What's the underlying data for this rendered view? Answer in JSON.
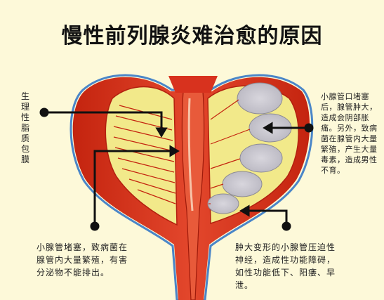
{
  "title": "慢性前列腺炎难治愈的原因",
  "labels": {
    "capsule": "生理性脂质包膜",
    "right_note": "小腺管口堵塞后，腺管肿大，造成会阴部胀痛。另外，致病菌在腺管内大量繁殖，产生大量毒素，造成男性不育。",
    "bottom_left_note": "小腺管堵塞，致病菌在腺管内大量繁殖，有害分泌物不能排出。",
    "bottom_right_note": "肿大变形的小腺管压迫性神经，造成性功能障碍，如性功能低下、阳痿、早泄。"
  },
  "colors": {
    "background": "#fdf9d9",
    "tissue_red": "#d8321e",
    "tissue_dark": "#b3200f",
    "gland_yellow": "#f2e98a",
    "lobe_grey": "#c9c7cf",
    "capsule_blue": "#4a86c8",
    "arrow": "#111111"
  }
}
